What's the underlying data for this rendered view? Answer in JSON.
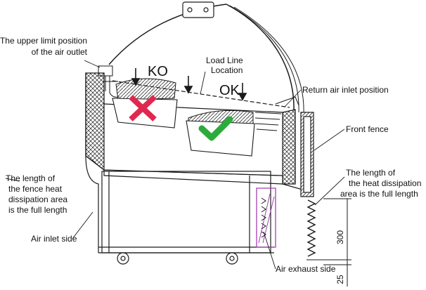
{
  "labels": {
    "upper_limit_line1": "The upper limit position",
    "upper_limit_line2": "of the air outlet",
    "load_line_line1": "Load Line",
    "load_line_line2": "Location",
    "ko": "KO",
    "ok": "OK",
    "return_air": "Return air inlet position",
    "front_fence": "Front fence",
    "fence_heat_line1": "The length of",
    "fence_heat_line2": "the fence heat",
    "fence_heat_line3": "dissipation area",
    "fence_heat_line4": "is the full length",
    "heat_diss_line1": "The length of",
    "heat_diss_line2": "the heat dissipation",
    "heat_diss_line3": "area is the full length",
    "air_inlet_side": "Air inlet side",
    "air_exhaust_side": "Air exhaust side",
    "dim_300": "300",
    "dim_25": "25"
  },
  "colors": {
    "ko_cross": "#e0284f",
    "ok_check": "#2daa3c",
    "exhaust_panel": "#a33fb0",
    "line": "#1a1a1a"
  },
  "icons": {
    "ko": "cross-icon",
    "ok": "check-icon"
  }
}
